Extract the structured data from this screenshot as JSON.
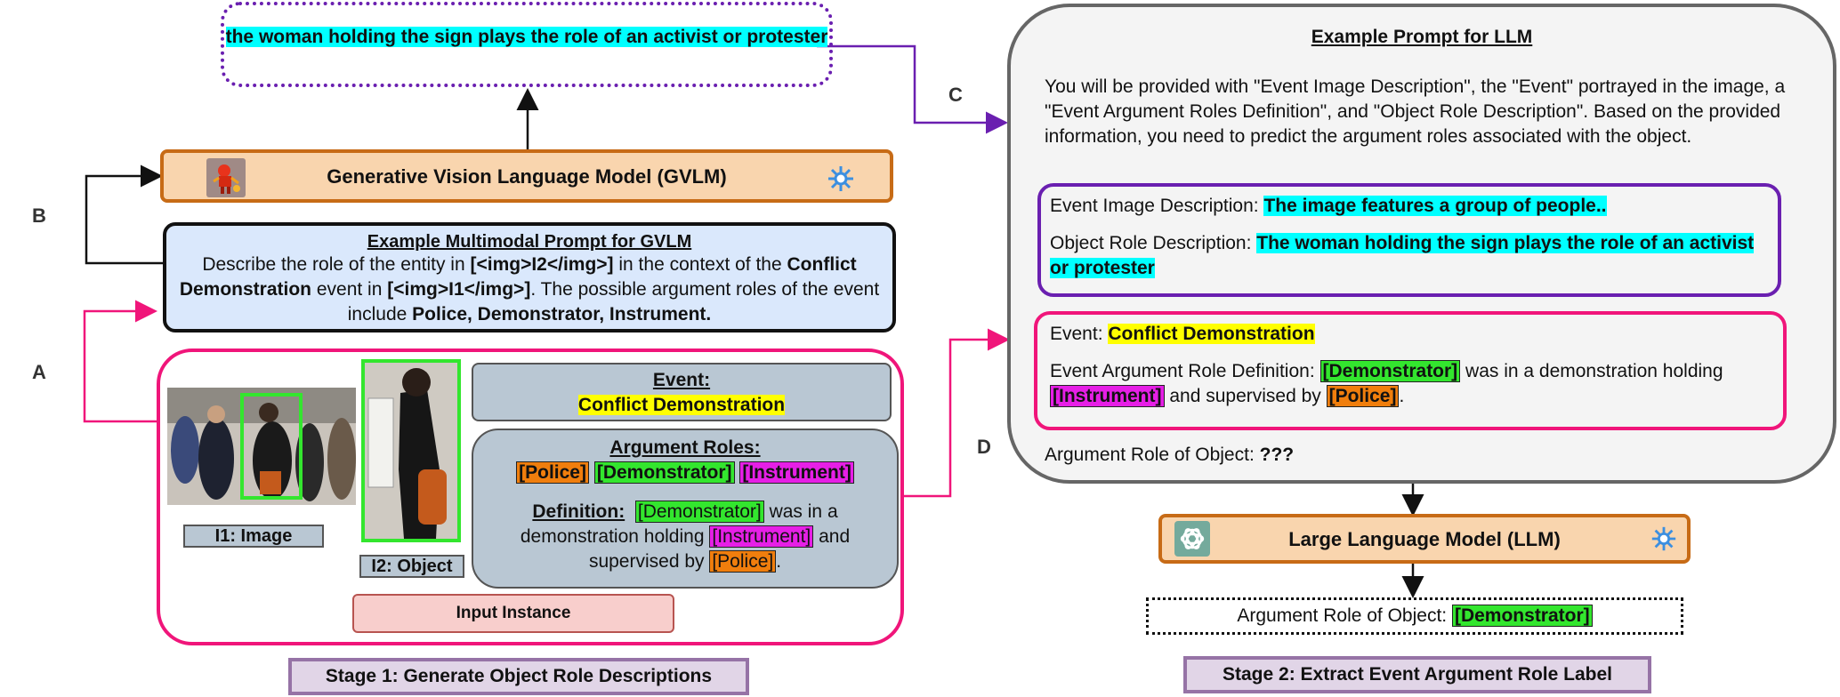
{
  "top_output": {
    "text": "the woman holding the sign plays the role of an activist or protester"
  },
  "gvlm": {
    "label": "Generative Vision Language Model (GVLM)",
    "robot_icon": "robot-icon",
    "gear_icon": "snowflake-gear-icon"
  },
  "letters": {
    "a": "A",
    "b": "B",
    "c": "C",
    "d": "D"
  },
  "multimodal_prompt": {
    "title": "Example Multimodal Prompt for GVLM",
    "t1": "Describe the role of the entity in ",
    "t2": "[<img>I2</img>]",
    "t3": " in the context of the ",
    "t4": "Conflict Demonstration",
    "t5": " event in ",
    "t6": "[<img>I1</img>]",
    "t7": ". The possible argument roles of the event include ",
    "t8": "Police, Demonstrator, Instrument."
  },
  "input_instance": {
    "image_label": "I1: Image",
    "object_label": "I2: Object",
    "event_heading": "Event:",
    "event_value": "Conflict Demonstration",
    "roles_heading": "Argument Roles:",
    "role_police": "[Police]",
    "role_demonstrator": "[Demonstrator]",
    "role_instrument": "[Instrument]",
    "definition_heading": "Definition:",
    "def_demonstrator": "[Demonstrator]",
    "def_t1": " was in a demonstration holding ",
    "def_instrument": "[Instrument]",
    "def_t2": " and supervised by ",
    "def_police": "[Police]",
    "def_t3": ".",
    "caption": "Input Instance"
  },
  "stage1": {
    "label": "Stage 1: Generate Object Role Descriptions"
  },
  "llm_prompt": {
    "title": "Example Prompt  for LLM",
    "intro": "You will be provided with \"Event Image Description\", the \"Event\" portrayed in the image, a \"Event Argument Roles Definition\", and \"Object Role Description\". Based on the provided information, you need to predict the argument roles associated with the object.",
    "eid_label": "Event Image Description: ",
    "eid_value": "The image features a group of people..",
    "ord_label": "Object Role Description: ",
    "ord_value": "The woman holding the sign plays the role of an activist or protester",
    "event_label": "Event: ",
    "event_value": "Conflict Demonstration",
    "ard_label": "Event Argument Role Definition:  ",
    "ard_demonstrator": "[Demonstrator]",
    "ard_t1": " was in a demonstration holding ",
    "ard_instrument": "[Instrument]",
    "ard_t2": " and supervised by ",
    "ard_police": "[Police]",
    "ard_t3": ".",
    "aro_label": "Argument Role of Object: ",
    "aro_value": "???"
  },
  "llm": {
    "label": "Large Language Model (LLM)",
    "openai_icon": "openai-icon",
    "gear_icon": "snowflake-gear-icon"
  },
  "result": {
    "label": "Argument Role of Object: ",
    "value": "[Demonstrator]"
  },
  "stage2": {
    "label": "Stage 2: Extract Event Argument Role Label"
  },
  "colors": {
    "purple": "#6a1fb0",
    "pink": "#f0157a",
    "orange_fill": "#f9d5ae",
    "orange_border": "#c76b16",
    "blue_fill": "#dae8fc",
    "gray_fill": "#b9c7d3",
    "stage_fill": "#e1d5e7",
    "stage_border": "#9673a6"
  }
}
